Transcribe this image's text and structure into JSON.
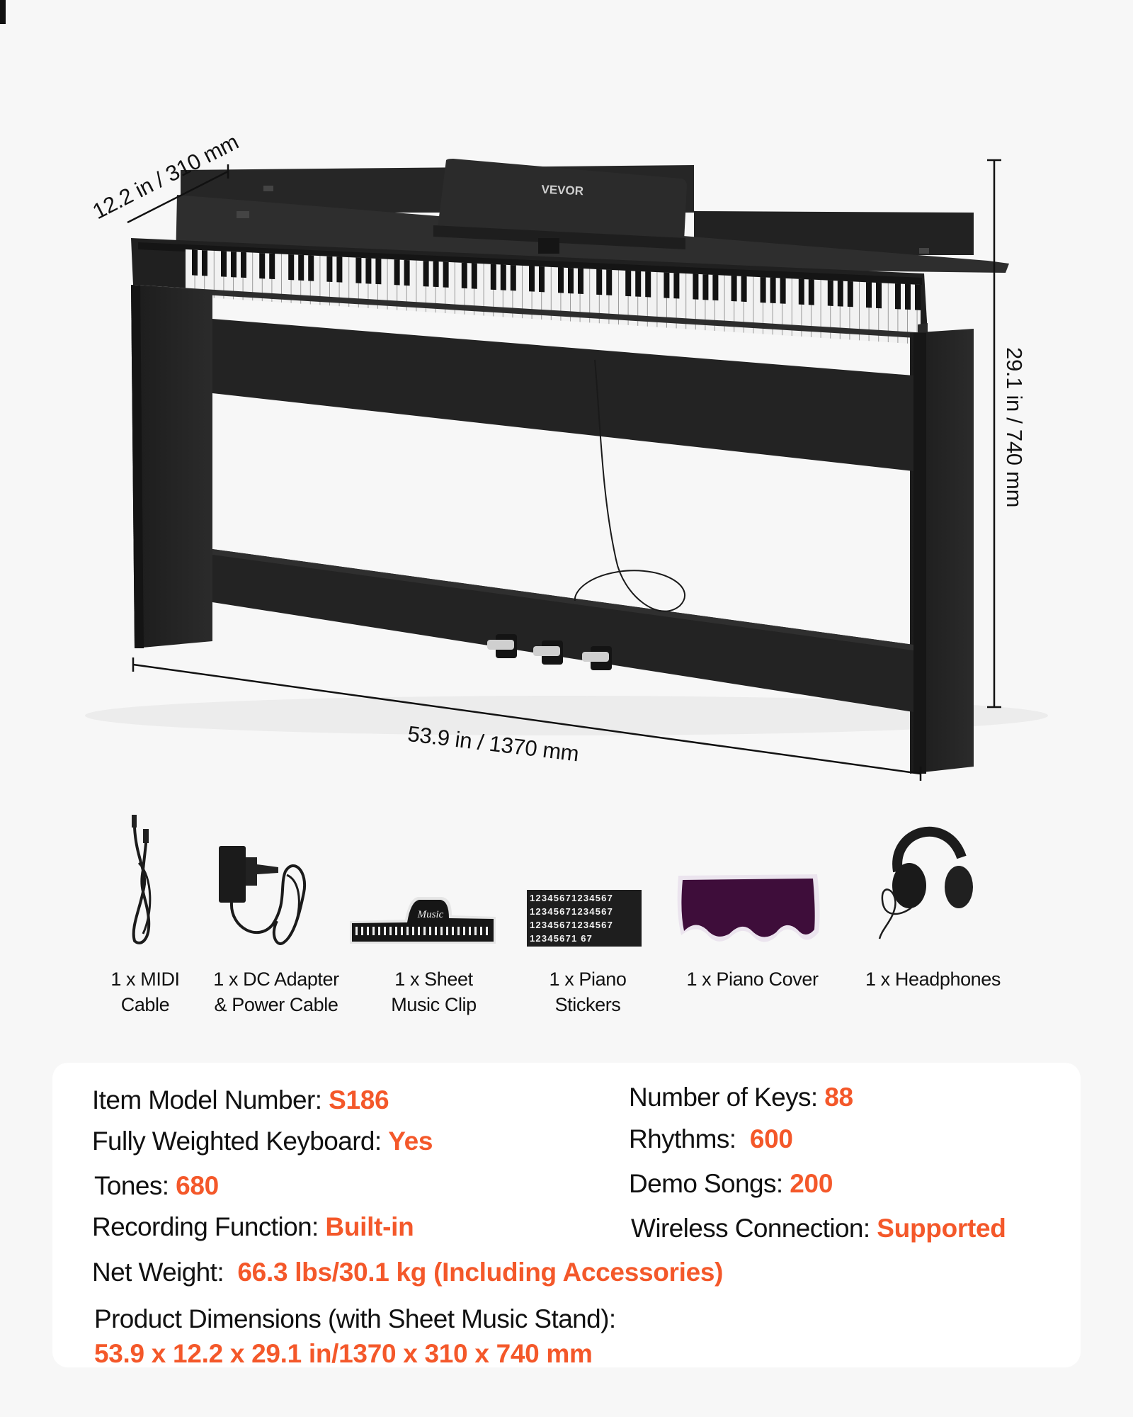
{
  "dimensions": {
    "depth": "12.2 in / 310 mm",
    "height": "29.1 in / 740 mm",
    "width": "53.9 in / 1370 mm"
  },
  "product": {
    "brand": "VEVOR",
    "type": "digital-piano",
    "colors": {
      "body": "#1f1f1f",
      "accent": "#f4582a",
      "background": "#f7f7f7",
      "card": "#ffffff"
    }
  },
  "accessories": [
    {
      "label": "1 x MIDI\nCable",
      "icon": "midi-cable-icon"
    },
    {
      "label": "1 x DC Adapter\n& Power Cable",
      "icon": "power-adapter-icon"
    },
    {
      "label": "1 x Sheet\nMusic Clip",
      "icon": "sheet-music-clip-icon"
    },
    {
      "label": "1 x Piano\nStickers",
      "icon": "piano-stickers-icon"
    },
    {
      "label": "1 x Piano Cover",
      "icon": "piano-cover-icon"
    },
    {
      "label": "1 x Headphones",
      "icon": "headphones-icon"
    }
  ],
  "stickers": {
    "rows": [
      "12345671234567",
      "12345671234567",
      "12345671234567",
      "12345671 67"
    ]
  },
  "clip_text": "Music",
  "specs": {
    "model": {
      "label": "Item Model Number:",
      "value": "S186"
    },
    "weighted": {
      "label": "Fully Weighted Keyboard:",
      "value": "Yes"
    },
    "tones": {
      "label": "Tones:",
      "value": "680"
    },
    "recording": {
      "label": "Recording Function:",
      "value": "Built-in"
    },
    "weight": {
      "label": "Net Weight:",
      "value": "66.3 lbs/30.1 kg (Including Accessories)"
    },
    "dims": {
      "label": "Product Dimensions (with Sheet Music Stand):",
      "value": "53.9 x 12.2 x 29.1 in/1370 x 310 x 740 mm"
    },
    "keys": {
      "label": "Number of Keys:",
      "value": "88"
    },
    "rhythms": {
      "label": "Rhythms:",
      "value": "600"
    },
    "demo": {
      "label": "Demo Songs:",
      "value": "200"
    },
    "wireless": {
      "label": "Wireless Connection:",
      "value": "Supported"
    }
  }
}
